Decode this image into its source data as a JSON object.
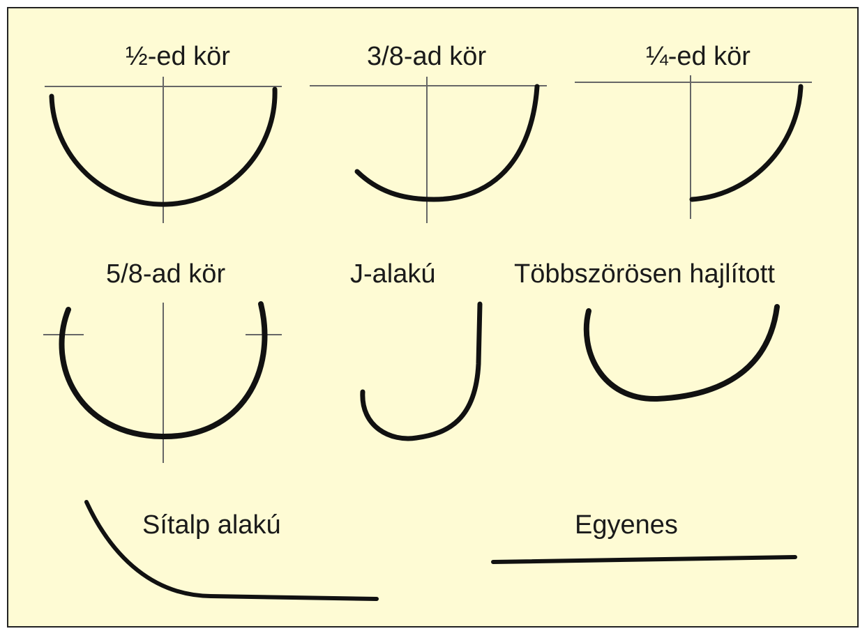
{
  "colors": {
    "background": "#fefbd4",
    "stroke": "#111111",
    "guide": "#666666",
    "text": "#1a1a1a"
  },
  "needles": [
    {
      "id": "half",
      "label": "½-ed kör"
    },
    {
      "id": "three-eighths",
      "label": "3/8-ad kör"
    },
    {
      "id": "quarter",
      "label": "¼-ed kör"
    },
    {
      "id": "five-eighths",
      "label": "5/8-ad kör"
    },
    {
      "id": "j-shape",
      "label": "J-alakú"
    },
    {
      "id": "compound",
      "label": "Többszörösen hajlított"
    },
    {
      "id": "ski",
      "label": "Sítalp alakú"
    },
    {
      "id": "straight",
      "label": "Egyenes"
    }
  ]
}
